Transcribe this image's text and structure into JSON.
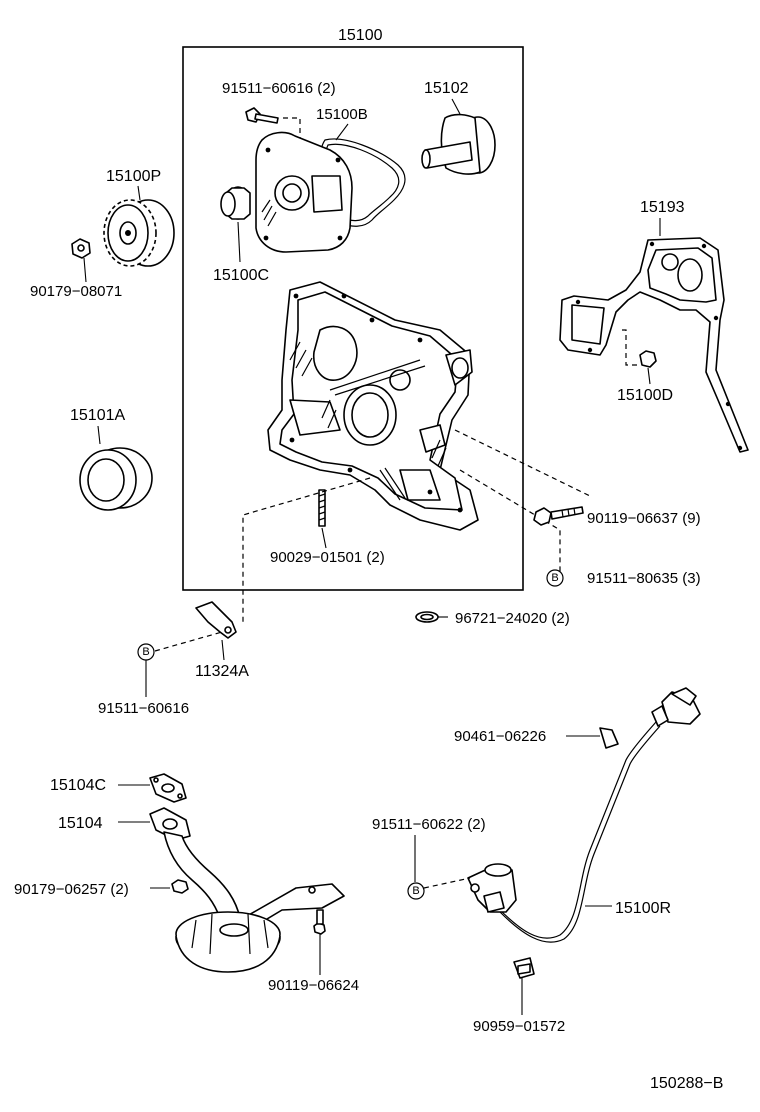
{
  "labels": {
    "assy_15100": "15100",
    "bolt_91511_60616_2": "91511−60616 (2)",
    "gasket_15100B": "15100B",
    "pump_15102": "15102",
    "gear_15100P": "15100P",
    "nut_90179_08071": "90179−08071",
    "seal_15100C": "15100C",
    "gasket_15193": "15193",
    "plug_15100D": "15100D",
    "seal_15101A": "15101A",
    "bolt_90119_06637_9": "90119−06637 (9)",
    "stud_90029_01501_2": "90029−01501 (2)",
    "bolt_91511_80635_3": "91511−80635 (3)",
    "oring_96721_24020_2": "96721−24020 (2)",
    "bracket_11324A": "11324A",
    "bolt_91511_60616": "91511−60616",
    "clamp_90461_06226": "90461−06226",
    "gasket_15104C": "15104C",
    "strainer_15104": "15104",
    "bolt_91511_60622_2": "91511−60622 (2)",
    "nut_90179_06257_2": "90179−06257 (2)",
    "sensor_15100R": "15100R",
    "bolt_90119_06624": "90119−06624",
    "clamp_90959_01572": "90959−01572",
    "diagram_number": "150288−B"
  },
  "markers": {
    "b": "B"
  }
}
